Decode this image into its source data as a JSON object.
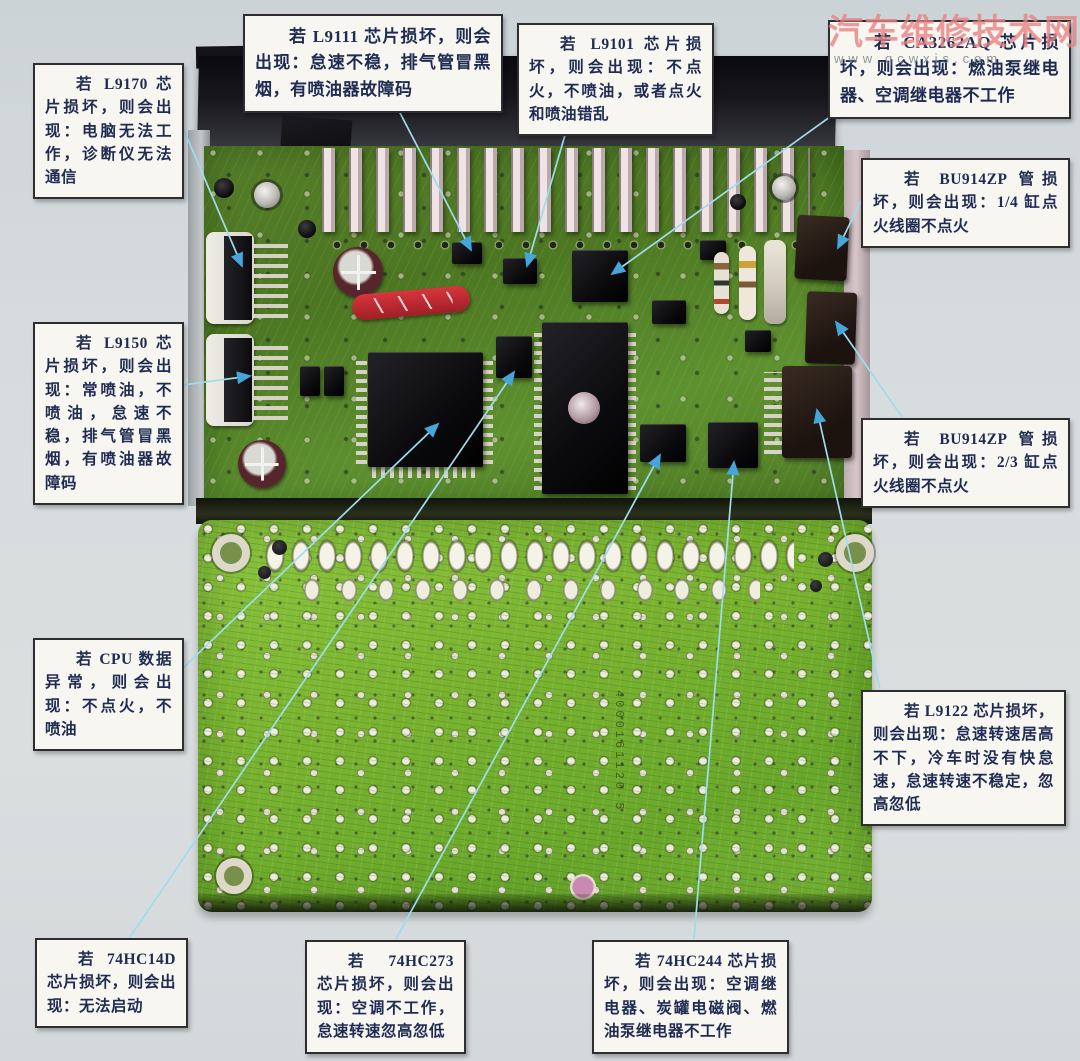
{
  "watermark": {
    "title": "汽车维修技术网",
    "url": "www.qcwxjs.com"
  },
  "board": {
    "serial": "4000161120-5"
  },
  "callouts": [
    {
      "id": "l9111",
      "chip": "L9111",
      "text": "若 L9111 芯片损坏，则会出现：怠速不稳，排气管冒黑烟，有喷油器故障码"
    },
    {
      "id": "l9101",
      "chip": "L9101",
      "text": "若 L9101 芯片损坏，则会出现：不点火，不喷油，或者点火和喷油错乱"
    },
    {
      "id": "ca3262aq",
      "chip": "CA3262AQ",
      "text": "若 CA3262AQ 芯片损坏，则会出现：燃油泵继电器、空调继电器不工作"
    },
    {
      "id": "l9170",
      "chip": "L9170",
      "text": "若 L9170 芯片损坏，则会出现：电脑无法工作，诊断仪无法通信"
    },
    {
      "id": "bu914zp-1-4",
      "chip": "BU914ZP",
      "text": "若 BU914ZP 管损坏，则会出现：1/4 缸点火线圈不点火"
    },
    {
      "id": "l9150",
      "chip": "L9150",
      "text": "若 L9150 芯片损坏，则会出现：常喷油，不喷油，怠速不稳，排气管冒黑烟，有喷油器故障码"
    },
    {
      "id": "bu914zp-2-3",
      "chip": "BU914ZP",
      "text": "若 BU914ZP 管损坏，则会出现：2/3 缸点火线圈不点火"
    },
    {
      "id": "cpu",
      "chip": "CPU",
      "text": "若 CPU 数据异常，则会出现：不点火，不喷油"
    },
    {
      "id": "l9122",
      "chip": "L9122",
      "text": "若 L9122 芯片损坏，则会出现：怠速转速居高不下，冷车时没有快怠速，怠速转速不稳定，忽高忽低"
    },
    {
      "id": "74hc14d",
      "chip": "74HC14D",
      "text": "若 74HC14D 芯片损坏，则会出现：无法启动"
    },
    {
      "id": "74hc273",
      "chip": "74HC273",
      "text": "若 74HC273 芯片损坏，则会出现：空调不工作，怠速转速忽高忽低"
    },
    {
      "id": "74hc244",
      "chip": "74HC244",
      "text": "若 74HC244 芯片损坏，则会出现：空调继电器、炭罐电磁阀、燃油泵继电器不工作"
    }
  ],
  "colors": {
    "leader_line": "#9fdcec",
    "arrow": "#47a6d9",
    "pcb_top": "#527e27",
    "pcb_bottom": "#7ab431",
    "box_border": "#2e2e31",
    "ink": "#1f2b52",
    "watermark_red": "#dc3a3a"
  }
}
